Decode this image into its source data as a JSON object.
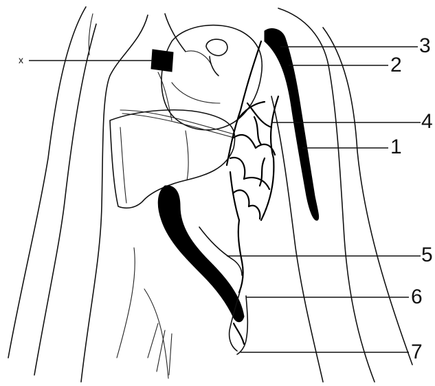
{
  "labels": {
    "x": "x",
    "n1": "1",
    "n2": "2",
    "n3": "3",
    "n4": "4",
    "n5": "5",
    "n6": "6",
    "n7": "7"
  },
  "colors": {
    "ink": "#000000",
    "paper": "#ffffff"
  }
}
